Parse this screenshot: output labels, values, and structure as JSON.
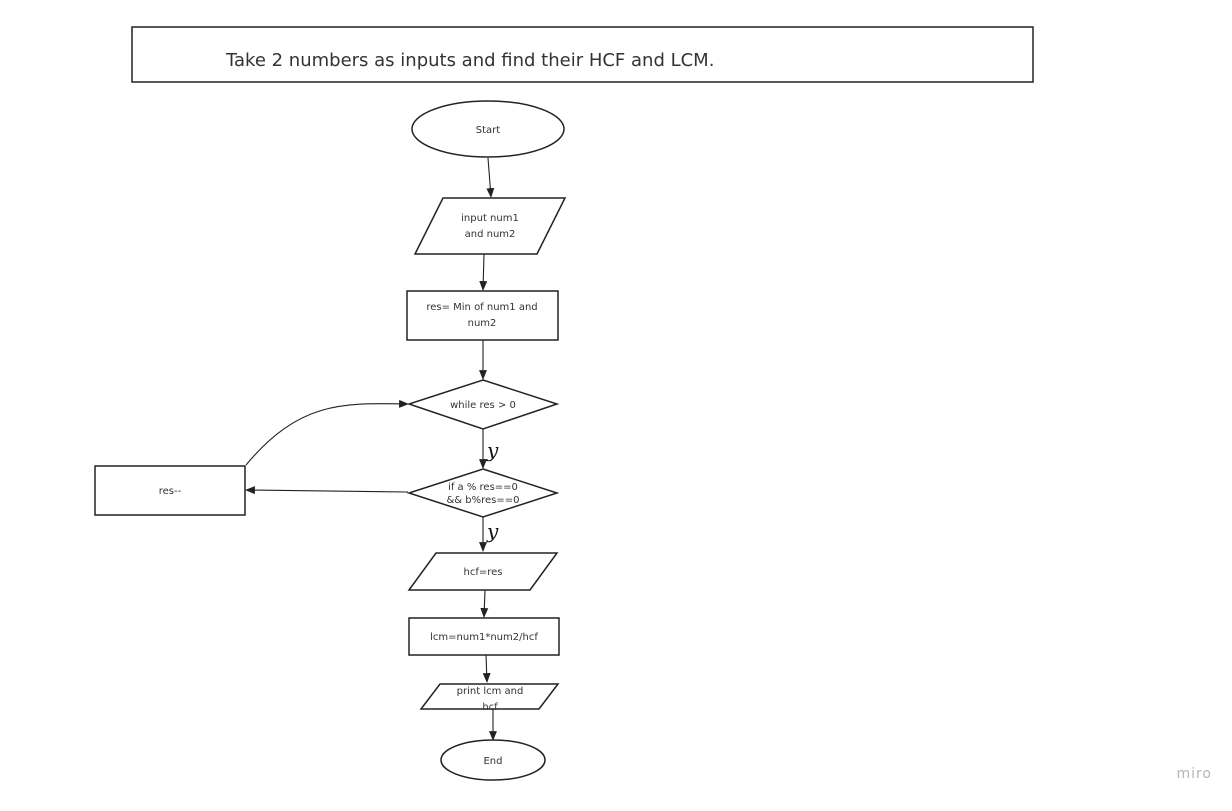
{
  "canvas": {
    "title": "Take 2 numbers as inputs and find their HCF and LCM.",
    "brand": "miro"
  },
  "nodes": {
    "start": {
      "shape": "ellipse",
      "lines": [
        "Start"
      ]
    },
    "input": {
      "shape": "parallelogram",
      "lines": [
        "input num1",
        "and num2"
      ]
    },
    "init": {
      "shape": "rectangle",
      "lines": [
        "res= Min of num1 and",
        "num2"
      ]
    },
    "loop": {
      "shape": "diamond",
      "lines": [
        "while res > 0"
      ]
    },
    "check": {
      "shape": "diamond",
      "lines": [
        "if a % res==0",
        "&& b%res==0"
      ]
    },
    "decrement": {
      "shape": "rectangle",
      "lines": [
        "res--"
      ]
    },
    "assign_hcf": {
      "shape": "parallelogram",
      "lines": [
        "hcf=res"
      ]
    },
    "compute_lcm": {
      "shape": "rectangle",
      "lines": [
        "lcm=num1*num2/hcf"
      ]
    },
    "output": {
      "shape": "parallelogram",
      "lines": [
        "print lcm and",
        "hcf"
      ]
    },
    "end": {
      "shape": "ellipse",
      "lines": [
        "End"
      ]
    }
  },
  "edge_labels": {
    "loop_to_check": "y",
    "check_to_hcf": "y"
  },
  "colors": {
    "stroke": "#222222",
    "text": "#333333",
    "brand": "#b5b5b5"
  }
}
